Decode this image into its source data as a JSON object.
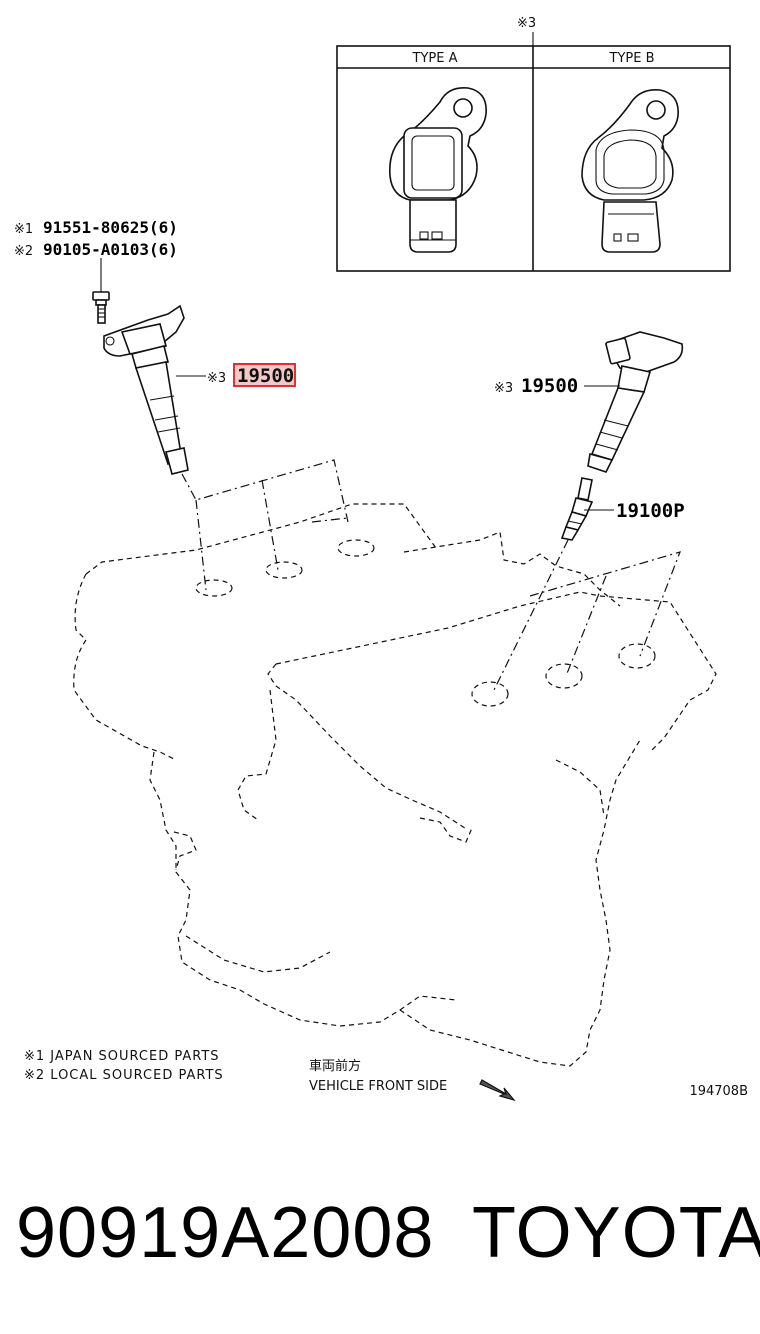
{
  "diagram": {
    "inset": {
      "ref_mark": "※3",
      "type_a_label": "TYPE A",
      "type_b_label": "TYPE B"
    },
    "bolt_callout": {
      "line1_mark": "※1",
      "line1_part": "91551-80625(6)",
      "line2_mark": "※2",
      "line2_part": "90105-A0103(6)"
    },
    "coil_left": {
      "mark": "※3",
      "part": "19500",
      "highlight_color": "#e03030"
    },
    "coil_right": {
      "mark": "※3",
      "part": "19500"
    },
    "spark_plug": {
      "part": "19100P"
    },
    "notes": {
      "note1": "※1 JAPAN SOURCED PARTS",
      "note2": "※2 LOCAL SOURCED PARTS"
    },
    "direction": {
      "jp": "車両前方",
      "en": "VEHICLE FRONT SIDE"
    },
    "figure_id": "194708B"
  },
  "footer": {
    "part_number": "90919A2008",
    "brand": "TOYOTA"
  }
}
